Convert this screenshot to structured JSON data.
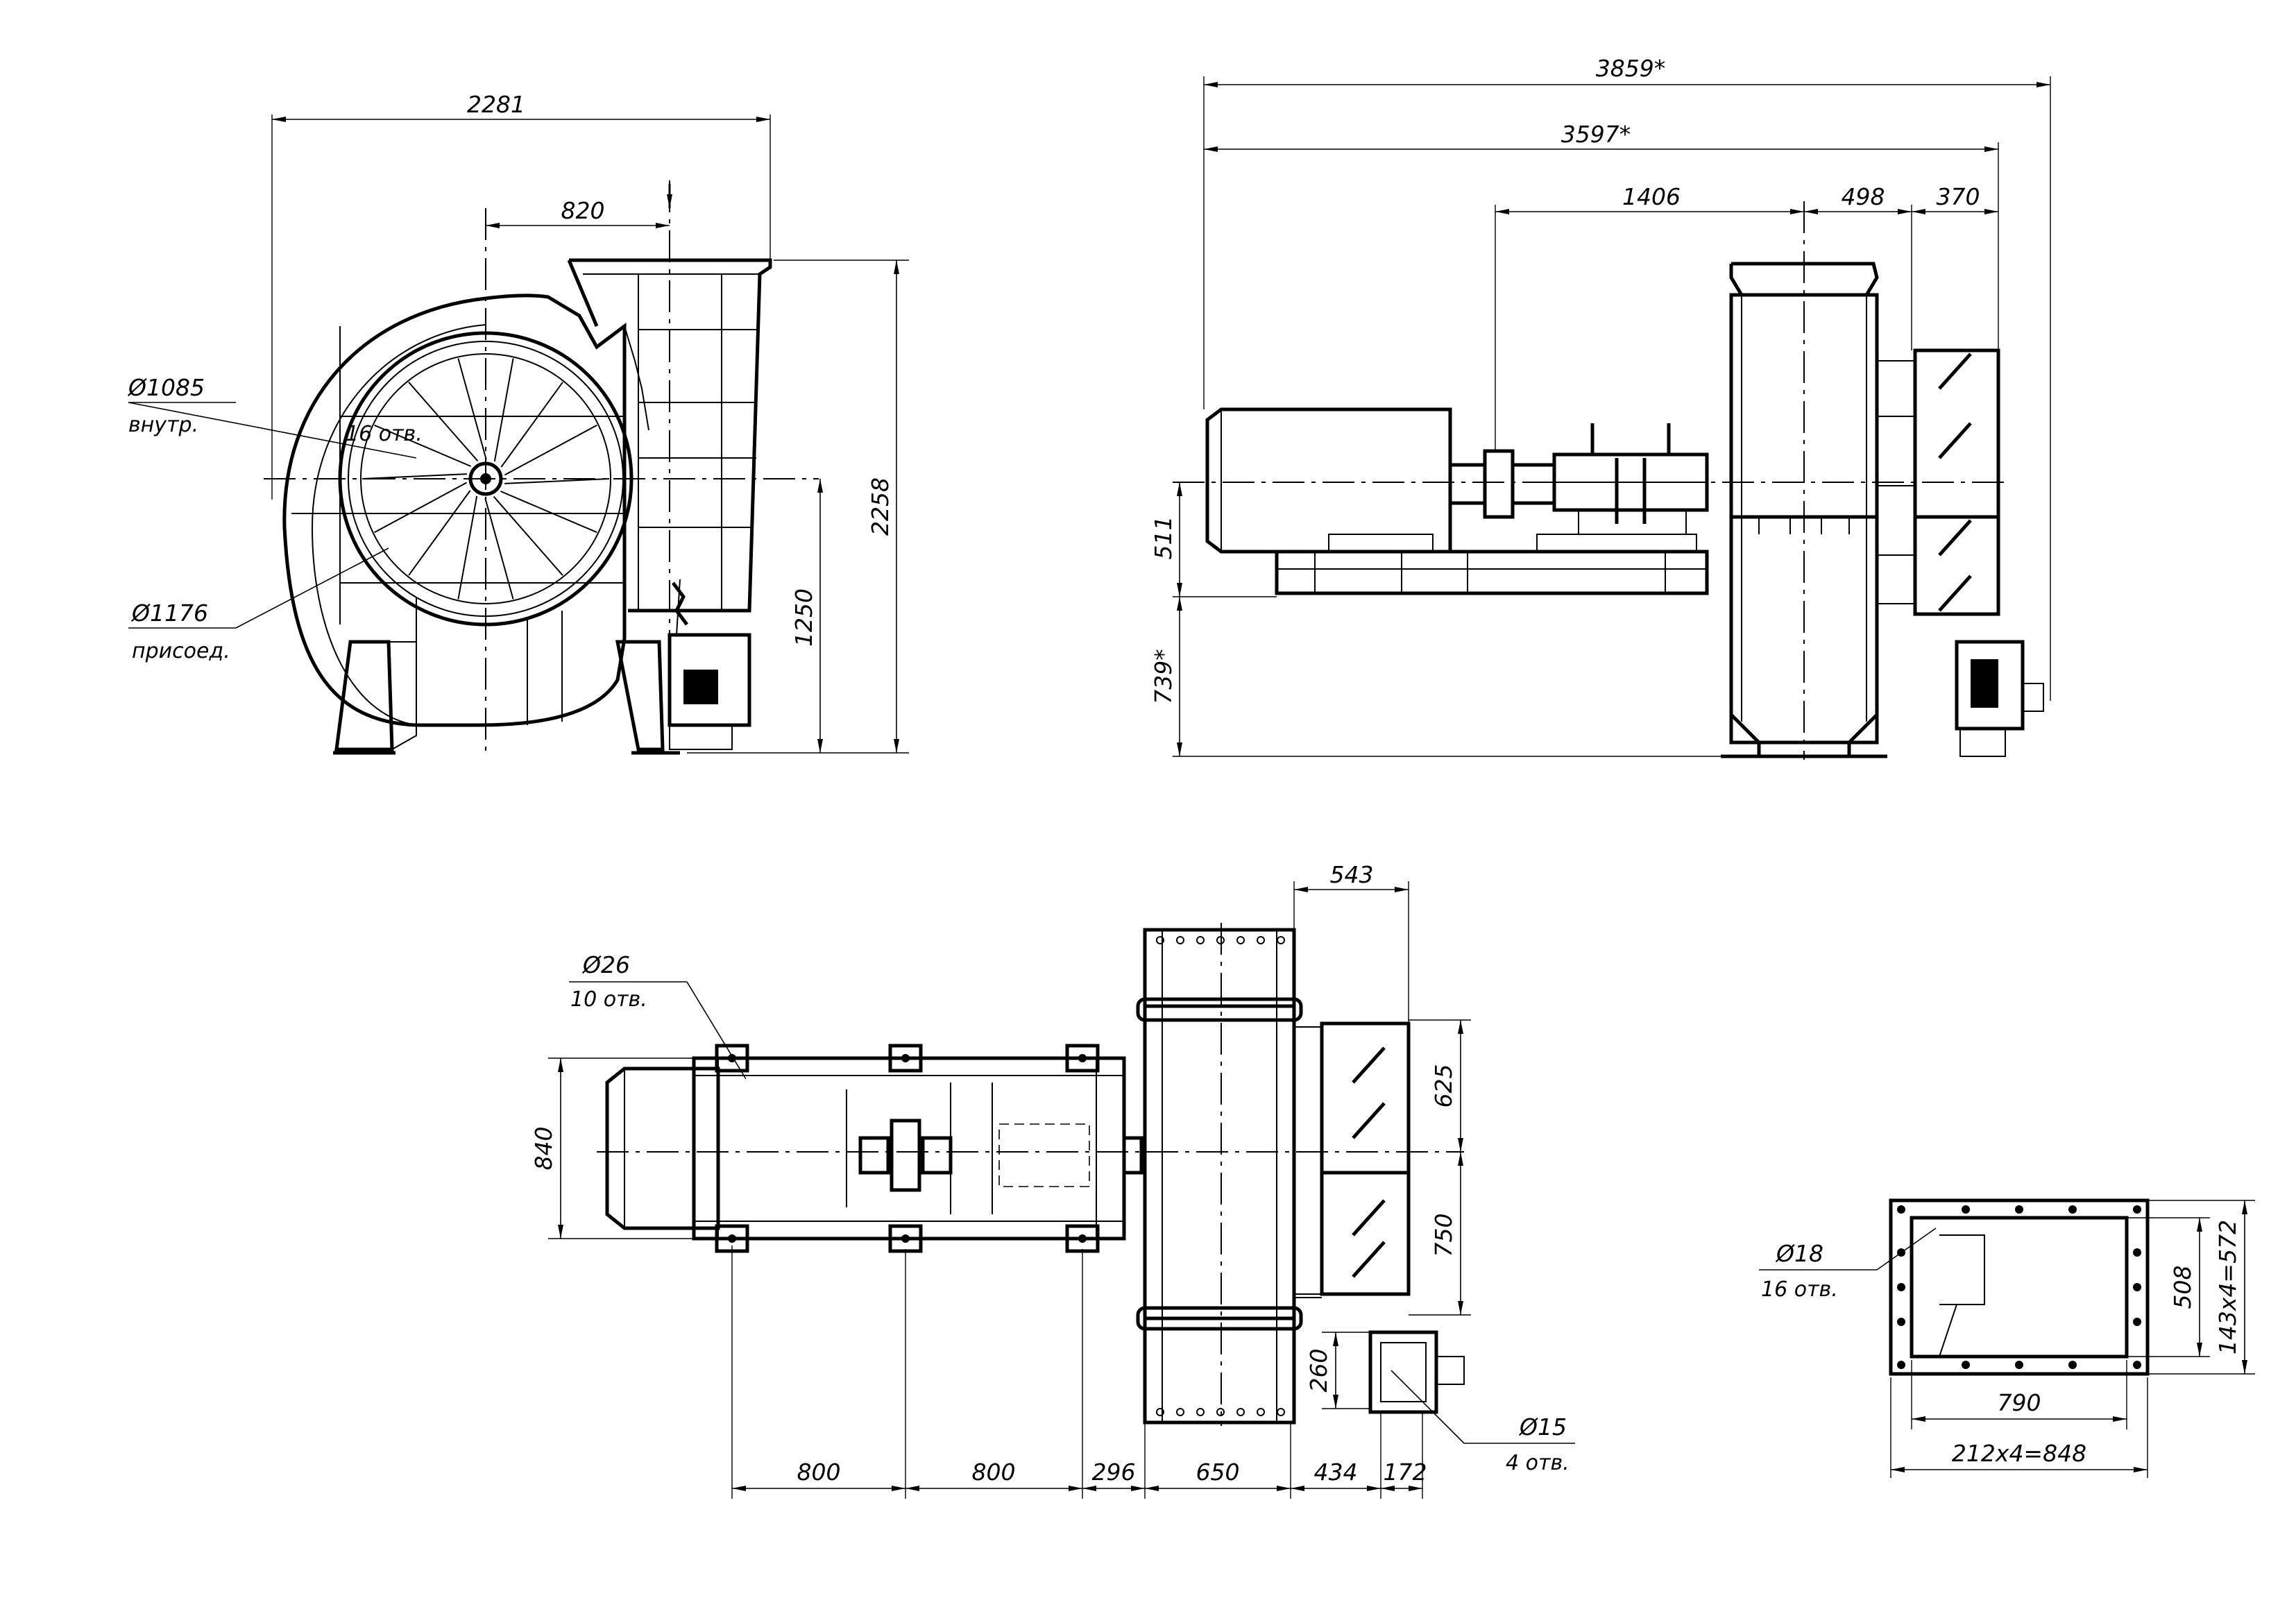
{
  "front_view": {
    "dim_width": "2281",
    "dim_offset": "820",
    "dim_height": "2258",
    "dim_axis_height": "1250",
    "inner_diameter": "Ø1085",
    "inner_note": "внутр.",
    "holes_callout": "16 отв.",
    "connection_diameter": "Ø1176",
    "connection_note": "присоед."
  },
  "side_view": {
    "dim_total": "3859*",
    "dim_inner": "3597*",
    "dim_1": "1406",
    "dim_2": "498",
    "dim_3": "370",
    "dim_axis_height": "511",
    "dim_base_height": "739*"
  },
  "plan_view": {
    "hole_diameter": "Ø26",
    "hole_count": "10 отв.",
    "dim_width": "840",
    "dim_top": "543",
    "dim_625": "625",
    "dim_750": "750",
    "dim_260": "260",
    "small_hole_diameter": "Ø15",
    "small_hole_count": "4 отв.",
    "dim_800_a": "800",
    "dim_800_b": "800",
    "dim_296": "296",
    "dim_650": "650",
    "dim_434": "434",
    "dim_172": "172"
  },
  "flange_view": {
    "hole_diameter": "Ø18",
    "hole_count": "16 отв.",
    "dim_508": "508",
    "dim_572": "143x4=572",
    "dim_790": "790",
    "dim_848": "212x4=848"
  }
}
